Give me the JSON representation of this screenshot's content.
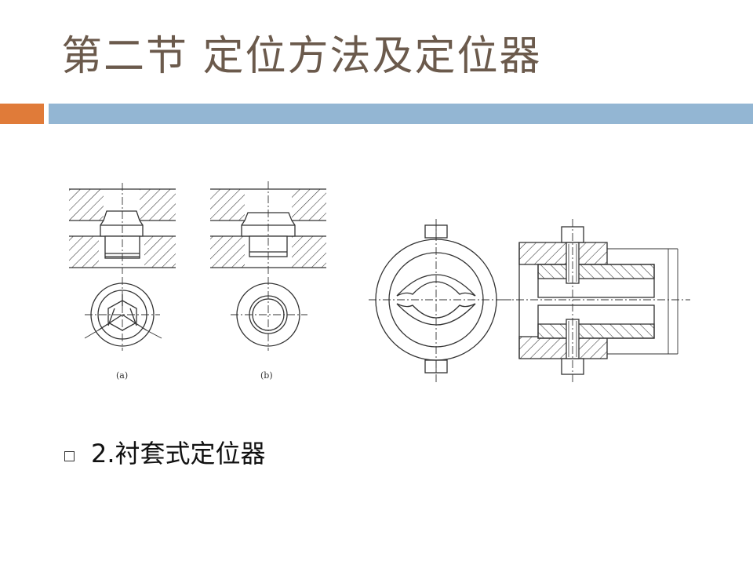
{
  "slide": {
    "title": "第二节  定位方法及定位器",
    "accent_colors": {
      "orange": "#e07b39",
      "blue": "#93b6d3",
      "title_text": "#6b5a4c"
    }
  },
  "figure": {
    "label_a": "(a)",
    "label_b": "(b)"
  },
  "bullets": [
    {
      "icon": "square-bullet-icon",
      "text": "2.衬套式定位器"
    }
  ]
}
